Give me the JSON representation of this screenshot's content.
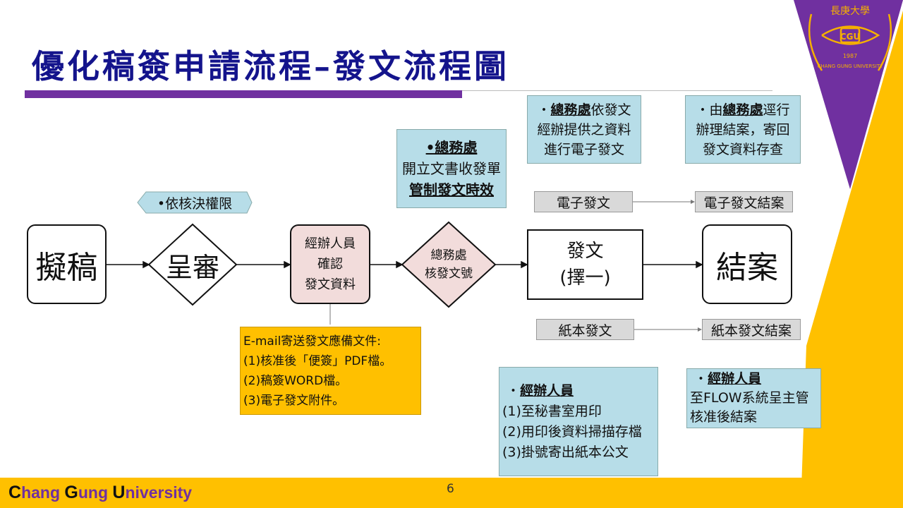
{
  "title": "優化稿簽申請流程–發文流程圖",
  "logo": {
    "text": "長庚大學 CGU 1987 CHANG GUNG UNIVERSITY"
  },
  "colors": {
    "purple": "#7030a0",
    "yellow": "#ffc000",
    "light_blue": "#b7dde8",
    "pink": "#f2dcdb",
    "gray": "#d9d9d9"
  },
  "nodes": {
    "draft": "擬稿",
    "submit": "呈審",
    "authority_label": "•依核決權限",
    "handler_lines": [
      "經辦人員",
      "確認",
      "發文資料"
    ],
    "general_affairs_lines": [
      "總務處",
      "核發文號"
    ],
    "dispatch_lines": [
      "發文",
      "(擇一)"
    ],
    "close": "結案",
    "electronic": "電子發文",
    "electronic_close": "電子發文結案",
    "paper": "紙本發文",
    "paper_close": "紙本發文結案"
  },
  "notes": {
    "ga_form": {
      "head": "•總務處",
      "line1": "開立文書收發單",
      "line2": "管制發文時效"
    },
    "electronic_send": {
      "bullet": "・",
      "head": "總務處",
      "rest": "依發文",
      "line2": "經辦提供之資料",
      "line3": "進行電子發文"
    },
    "electronic_close": {
      "pre": "・由",
      "head": "總務處",
      "rest": "逕行",
      "line2": "辦理結案，寄回",
      "line3": "發文資料存查"
    },
    "email": [
      "E-mail寄送發文應備文件:",
      "(1)核准後「便簽」PDF檔。",
      "(2)稿簽WORD檔。",
      "(3)電子發文附件。"
    ],
    "paper_send": {
      "bullet": "・",
      "head": "經辦人員",
      "lines": [
        "(1)至秘書室用印",
        "(2)用印後資料掃描存檔",
        "(3)掛號寄出紙本公文"
      ]
    },
    "paper_close": {
      "bullet": "・",
      "head": "經辦人員",
      "line1": "至FLOW系統呈主管",
      "line2": "核准後結案"
    }
  },
  "footer": {
    "c": "C",
    "hang": "hang ",
    "g": "G",
    "ung": "ung ",
    "u": "U",
    "niversity": "niversity",
    "page": "6"
  }
}
